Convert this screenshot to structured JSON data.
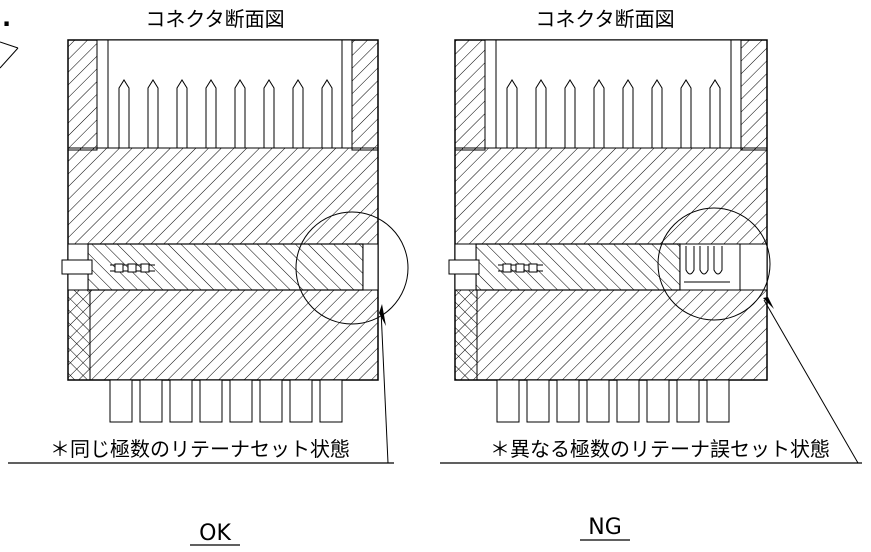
{
  "panels": [
    {
      "title": "コネクタ断面図",
      "caption": "＊同じ極数のリテーナセット状態",
      "verdict": "OK"
    },
    {
      "title": "コネクタ断面図",
      "caption": "＊異なる極数のリテーナ誤セット状態",
      "verdict": "NG"
    }
  ],
  "corner_text": "."
}
